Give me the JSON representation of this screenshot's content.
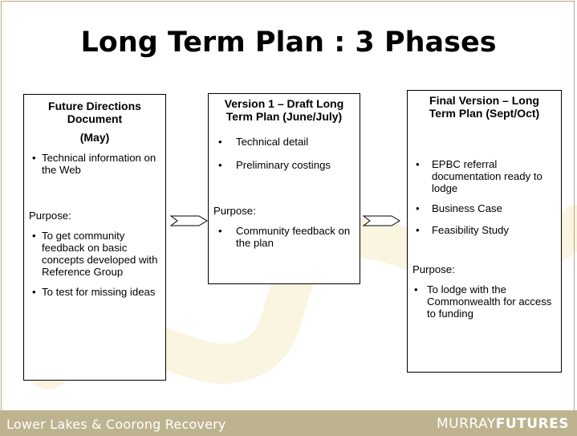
{
  "title": "Long Term Plan : 3 Phases",
  "box1": {
    "title": "Future Directions Document",
    "sub": "(May)",
    "bullets": [
      "Technical information on the Web"
    ],
    "purpose_label": "Purpose:",
    "purpose_bullets": [
      "To get community feedback on basic concepts developed with Reference Group",
      "To test for missing ideas"
    ]
  },
  "box2": {
    "title": "Version 1 – Draft Long Term Plan (June/July)",
    "bullets": [
      "Technical detail",
      "Preliminary costings"
    ],
    "purpose_label": "Purpose:",
    "purpose_bullets": [
      "Community feedback on the plan"
    ]
  },
  "box3": {
    "title": "Final Version – Long Term Plan (Sept/Oct)",
    "bullets": [
      "EPBC referral documentation ready to lodge",
      "Business Case",
      "Feasibility Study"
    ],
    "purpose_label": "Purpose:",
    "purpose_bullets": [
      "To lodge with the Commonwealth for access to funding"
    ]
  },
  "footer": {
    "left": "Lower Lakes & Coorong Recovery",
    "right_light": "MURRAY",
    "right_bold": "FUTURES"
  },
  "colors": {
    "footer": "#bdb38f",
    "watermark": "#fbf7e6"
  }
}
